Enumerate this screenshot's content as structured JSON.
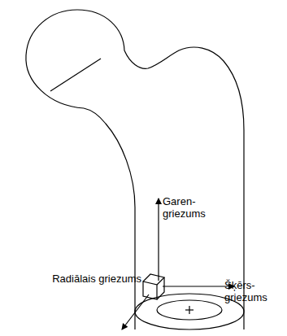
{
  "diagram": {
    "labels": [
      "Garen- griezums",
      "Šķērs- griezums",
      "Radiālais griezums"
    ]
  }
}
